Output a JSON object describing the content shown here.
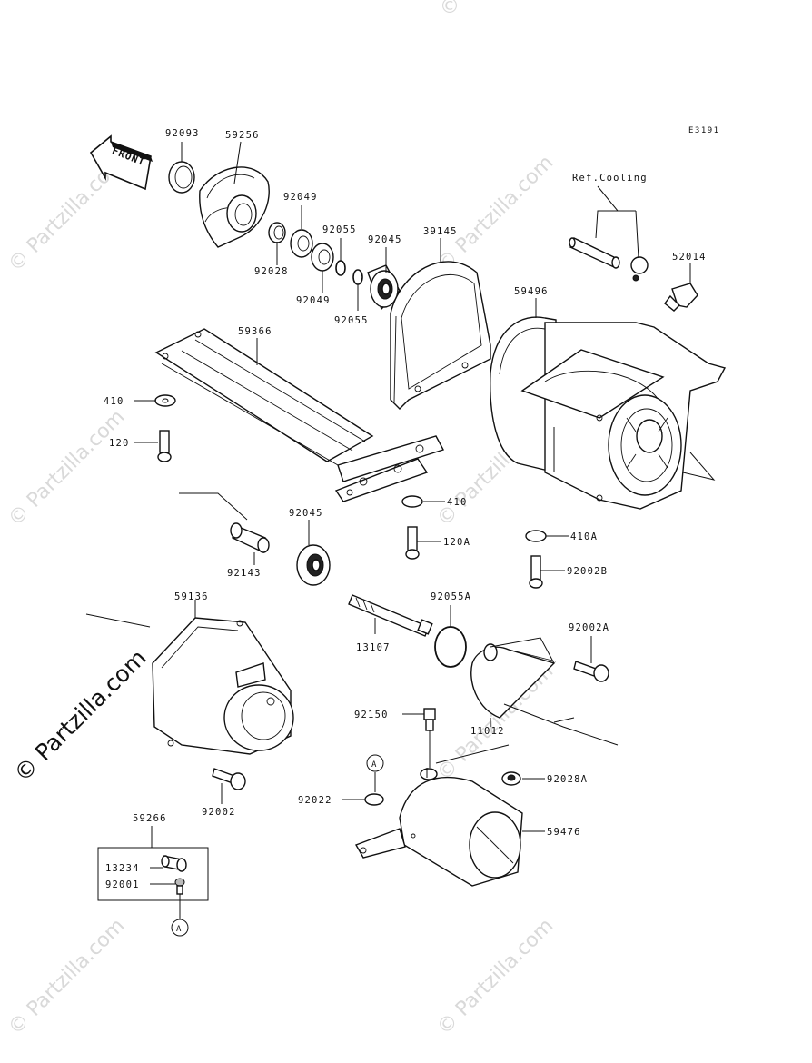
{
  "diagram_code": "E3191",
  "front_label": "FRONT",
  "ref_cooling": "Ref.Cooling",
  "watermark": "© Partzilla.com",
  "callout_a": "A",
  "parts": {
    "p92093": "92093",
    "p59256": "59256",
    "p92049a": "92049",
    "p92049b": "92049",
    "p92055a": "92055",
    "p92055b": "92055",
    "p92028": "92028",
    "p92045a": "92045",
    "p39145": "39145",
    "p52014": "52014",
    "p59496": "59496",
    "p59366": "59366",
    "p410a": "410",
    "p120a": "120",
    "p410b": "410",
    "p120A": "120A",
    "p410A": "410A",
    "p92002B": "92002B",
    "p92045b": "92045",
    "p92143": "92143",
    "p59136": "59136",
    "p92055A": "92055A",
    "p13107": "13107",
    "p92002A": "92002A",
    "p11012": "11012",
    "p92150": "92150",
    "p92002": "92002",
    "p92022": "92022",
    "p92028A": "92028A",
    "p59476": "59476",
    "p59266": "59266",
    "p13234": "13234",
    "p92001": "92001"
  }
}
